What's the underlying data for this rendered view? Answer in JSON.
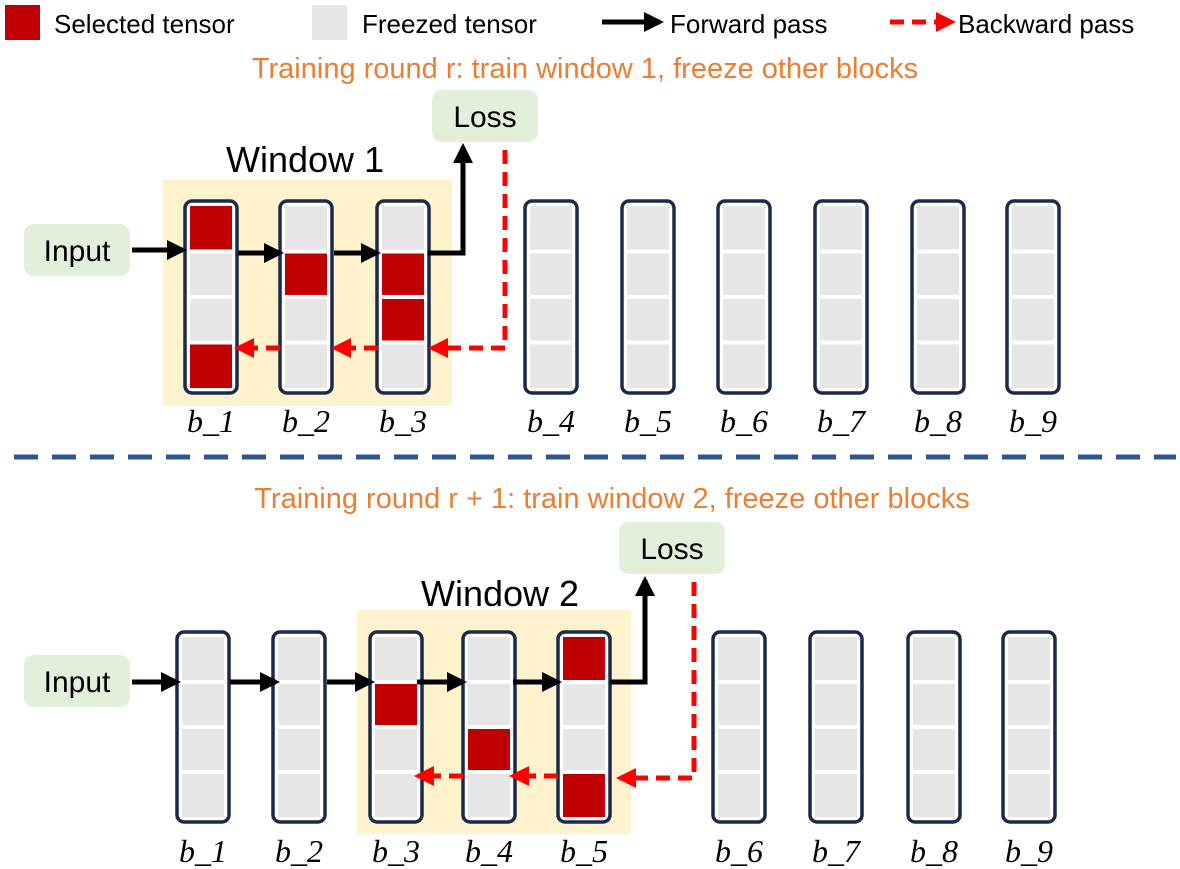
{
  "legend": {
    "selected_label": "Selected tensor",
    "freezed_label": "Freezed tensor",
    "forward_label": "Forward pass",
    "backward_label": "Backward pass"
  },
  "colors": {
    "selected": "#c00000",
    "freezed": "#e6e6e6",
    "block_border": "#1b2a4a",
    "window_bg": "#fff2cc",
    "label_bg": "#e2efda",
    "title": "#ed7d31",
    "backward": "#ff0000",
    "separator": "#2f5597"
  },
  "rounds": [
    {
      "title": "Training round r: train window 1, freeze other blocks",
      "window_label": "Window 1",
      "input_label": "Input",
      "loss_label": "Loss",
      "blocks": [
        {
          "label": "b_1",
          "selected": [
            0,
            3
          ]
        },
        {
          "label": "b_2",
          "selected": [
            1
          ]
        },
        {
          "label": "b_3",
          "selected": [
            1,
            2
          ]
        },
        {
          "label": "b_4",
          "selected": []
        },
        {
          "label": "b_5",
          "selected": []
        },
        {
          "label": "b_6",
          "selected": []
        },
        {
          "label": "b_7",
          "selected": []
        },
        {
          "label": "b_8",
          "selected": []
        },
        {
          "label": "b_9",
          "selected": []
        }
      ]
    },
    {
      "title": "Training round r + 1: train window 2, freeze other blocks",
      "window_label": "Window 2",
      "input_label": "Input",
      "loss_label": "Loss",
      "blocks": [
        {
          "label": "b_1",
          "selected": []
        },
        {
          "label": "b_2",
          "selected": []
        },
        {
          "label": "b_3",
          "selected": [
            1
          ]
        },
        {
          "label": "b_4",
          "selected": [
            2
          ]
        },
        {
          "label": "b_5",
          "selected": [
            0,
            3
          ]
        },
        {
          "label": "b_6",
          "selected": []
        },
        {
          "label": "b_7",
          "selected": []
        },
        {
          "label": "b_8",
          "selected": []
        },
        {
          "label": "b_9",
          "selected": []
        }
      ]
    }
  ]
}
